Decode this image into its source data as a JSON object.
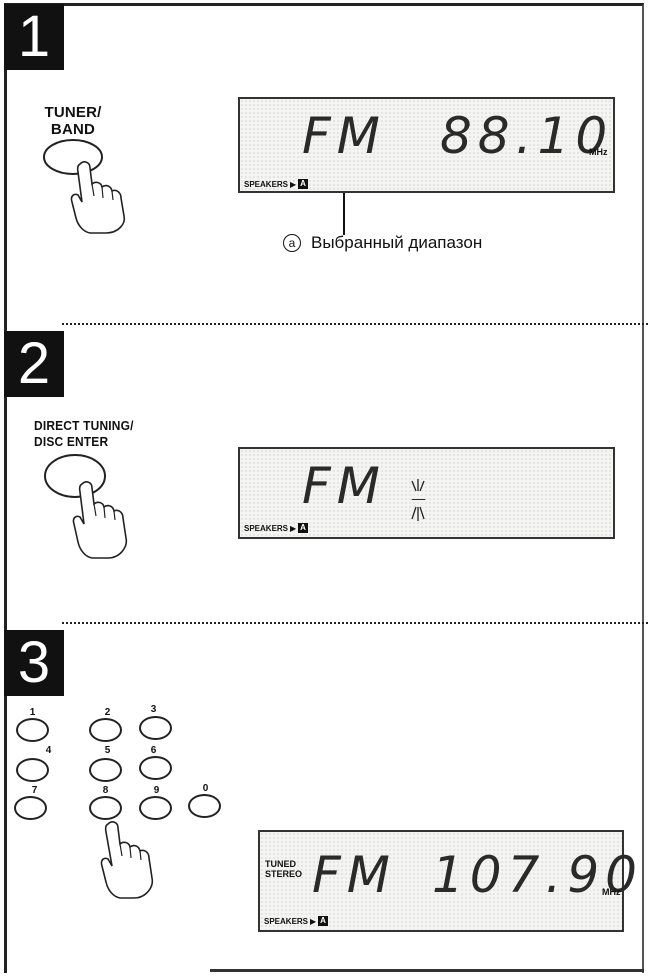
{
  "steps": [
    {
      "number": "1",
      "button_label_line1": "TUNER/",
      "button_label_line2": "BAND",
      "display": {
        "band": "FM",
        "frequency": "88.10",
        "unit": "MHz",
        "speakers_label": "SPEAKERS",
        "speakers_value": "A"
      },
      "callout": {
        "marker": "a",
        "text": "Выбранный диапазон"
      }
    },
    {
      "number": "2",
      "button_label_line1": "DIRECT TUNING/",
      "button_label_line2": "DISC ENTER",
      "display": {
        "band": "FM",
        "cursor": "_",
        "speakers_label": "SPEAKERS",
        "speakers_value": "A"
      }
    },
    {
      "number": "3",
      "keypad": [
        "1",
        "2",
        "3",
        "4",
        "5",
        "6",
        "7",
        "8",
        "9",
        "0"
      ],
      "display": {
        "indicator_line1": "TUNED",
        "indicator_line2": "STEREO",
        "band": "FM",
        "frequency": "107.90",
        "unit": "MHz",
        "speakers_label": "SPEAKERS",
        "speakers_value": "A"
      }
    }
  ]
}
